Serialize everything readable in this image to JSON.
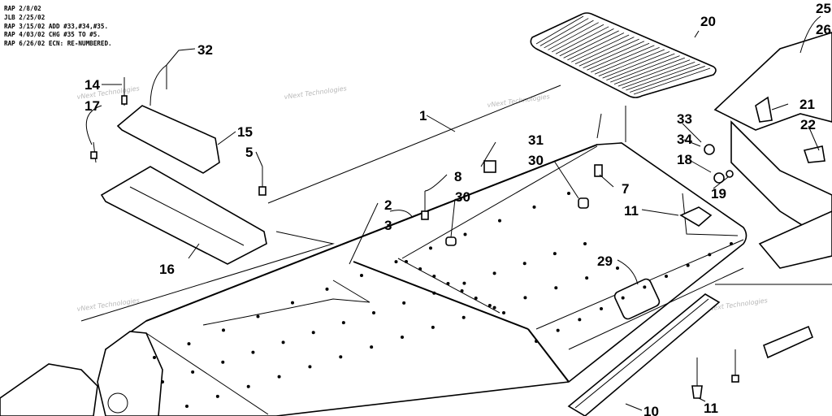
{
  "revisions": [
    "RAP 2/8/02",
    "JLB 2/25/02",
    "RAP 3/15/02 ADD #33,#34,#35.",
    "RAP 4/03/02 CHG #35 TO #5.",
    "RAP 6/26/02 ECN: RE-NUMBERED."
  ],
  "watermark": "vNext Technologies",
  "callouts": {
    "c1": "1",
    "c2": "2",
    "c3": "3",
    "c5": "5",
    "c7": "7",
    "c8": "8",
    "c10": "10",
    "c11a": "11",
    "c11b": "11",
    "c14": "14",
    "c15": "15",
    "c16": "16",
    "c17": "17",
    "c18": "18",
    "c19": "19",
    "c20": "20",
    "c21": "21",
    "c22": "22",
    "c25": "25",
    "c26": "26",
    "c29": "29",
    "c30a": "30",
    "c30b": "30",
    "c31": "31",
    "c32": "32",
    "c33": "33",
    "c34": "34"
  },
  "colors": {
    "line": "#000000",
    "watermark": "#b9b9b9",
    "background": "#ffffff"
  }
}
